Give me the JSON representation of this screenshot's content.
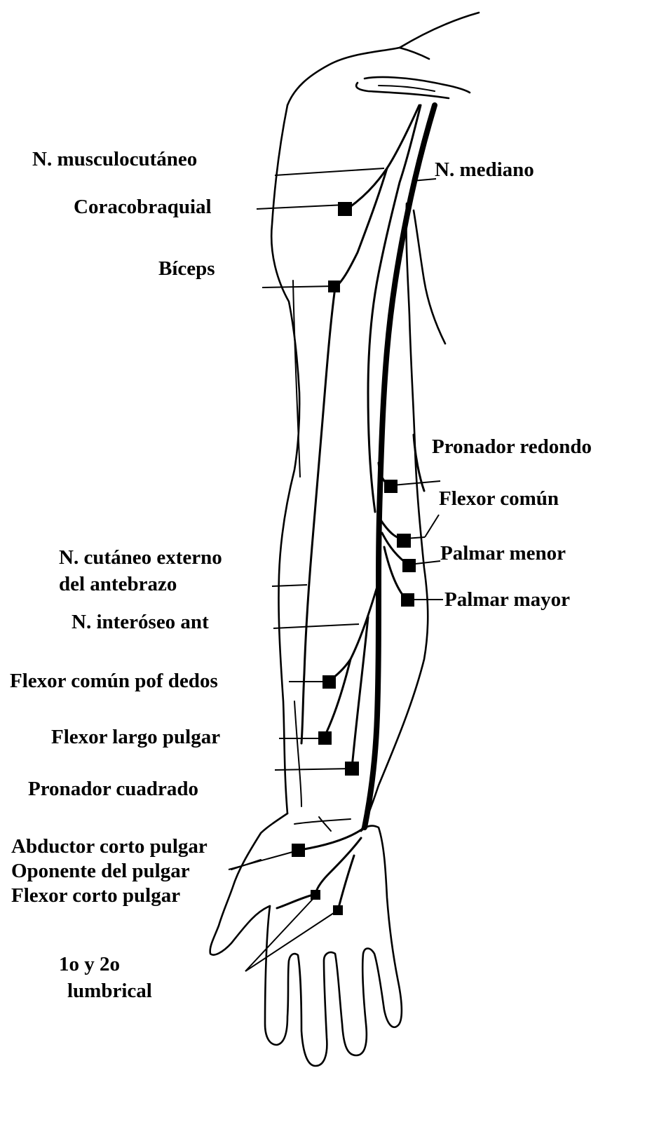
{
  "diagram": {
    "labels": {
      "musculocutaneo": "N. musculocutáneo",
      "mediano": "N. mediano",
      "coracobraquial": "Coracobraquial",
      "biceps": "Bíceps",
      "pronador_redondo": "Pronador redondo",
      "flexor_comun": "Flexor común",
      "palmar_menor": "Palmar menor",
      "palmar_mayor": "Palmar mayor",
      "cutaneo_externo_1": "N. cutáneo externo",
      "cutaneo_externo_2": "del antebrazo",
      "interoseo_ant": "N. interóseo ant",
      "flexor_comun_dedos": "Flexor común pof dedos",
      "flexor_largo_pulgar": "Flexor largo pulgar",
      "pronador_cuadrado": "Pronador cuadrado",
      "abductor_corto_pulgar": "Abductor corto pulgar",
      "oponente_pulgar": "Oponente del pulgar",
      "flexor_corto_pulgar": "Flexor corto pulgar",
      "lumbrical_1": "1o y 2o",
      "lumbrical_2": "lumbrical"
    }
  }
}
